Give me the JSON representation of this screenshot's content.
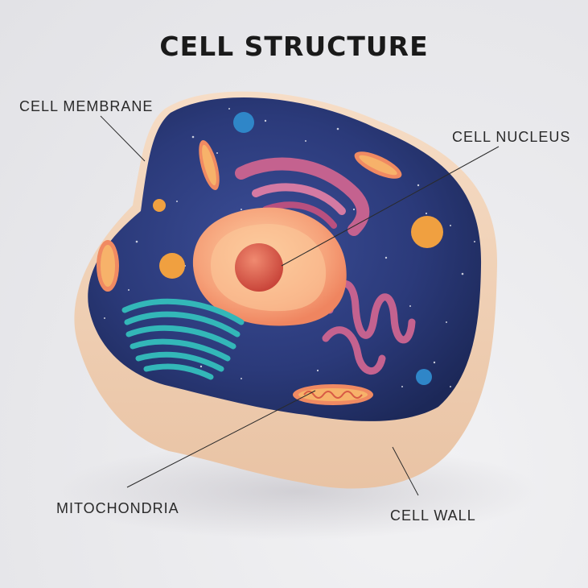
{
  "title": "CELL STRUCTURE",
  "labels": {
    "cell_membrane": "CELL MEMBRANE",
    "cell_nucleus": "CELL NUCLEUS",
    "mitochondria": "MITOCHONDRIA",
    "cell_wall": "CELL WALL"
  },
  "colors": {
    "cytoplasm": "#2b3a7a",
    "cell_wall": "#f3d6bd",
    "nucleus": "#f5a078",
    "nucleolus": "#e0604a",
    "golgi": "#33b7b8",
    "endoplasmic_reticulum": "#c4628f",
    "mitochondria": "#f08a62",
    "vesicle_blue": "#2f86c8",
    "vesicle_orange": "#f0a040"
  }
}
